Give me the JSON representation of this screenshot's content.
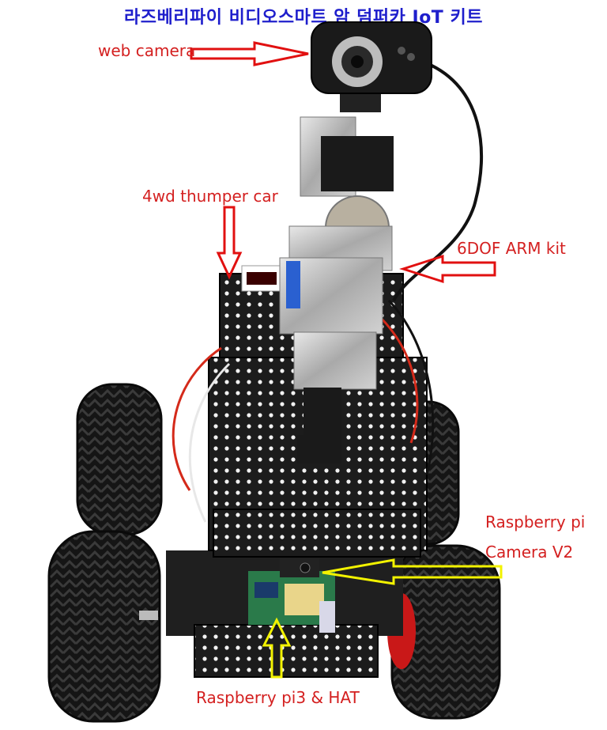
{
  "title": "라즈베리파이 비디오스마트 암 덤퍼카 IoT 키트",
  "labels": {
    "web_camera": "web camera",
    "thumper": "4wd thumper car",
    "arm": "6DOF ARM kit",
    "picam_line1": "Raspberry pi",
    "picam_line2": "Camera V2",
    "pi3": "Raspberry pi3 & HAT"
  },
  "colors": {
    "title": "#1e1ecc",
    "label": "#d42020",
    "arrow_red": "#e11010",
    "arrow_yellow": "#f2f200"
  }
}
